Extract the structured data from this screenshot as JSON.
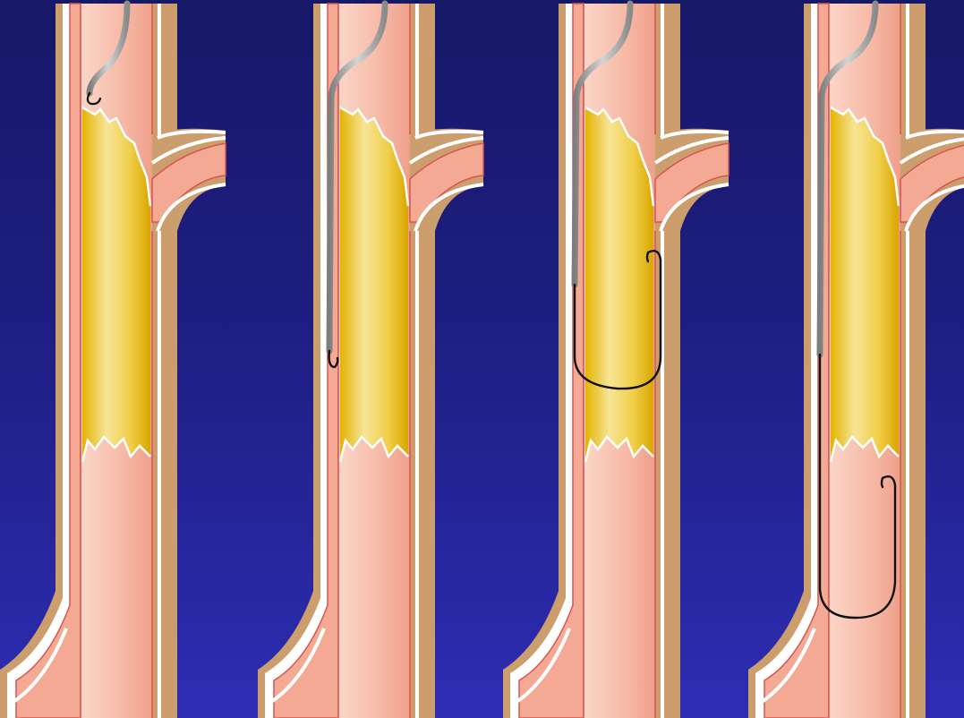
{
  "figure": {
    "description_text": "",
    "panels": [
      {
        "id": "panel-1",
        "step": 1,
        "wire_state": "wire-tip-approaching-occlusion"
      },
      {
        "id": "panel-2",
        "step": 2,
        "wire_state": "wire-advanced-subintimal"
      },
      {
        "id": "panel-3",
        "step": 3,
        "wire_state": "wire-looped-within-occlusion"
      },
      {
        "id": "panel-4",
        "step": 4,
        "wire_state": "wire-loop-reentered-distal-lumen"
      }
    ]
  },
  "colors": {
    "background_top": "#1a1a6e",
    "background_bottom": "#2b2bb0",
    "vessel_wall_outer": "#c99a6a",
    "vessel_wall_line": "#d9544f",
    "vessel_lumen_light": "#fbd3c4",
    "vessel_lumen_dark": "#f0a38d",
    "occlusion_light": "#f8e7a0",
    "occlusion_dark": "#d9a800",
    "catheter": "#a8a8a8",
    "guidewire": "#111111"
  }
}
